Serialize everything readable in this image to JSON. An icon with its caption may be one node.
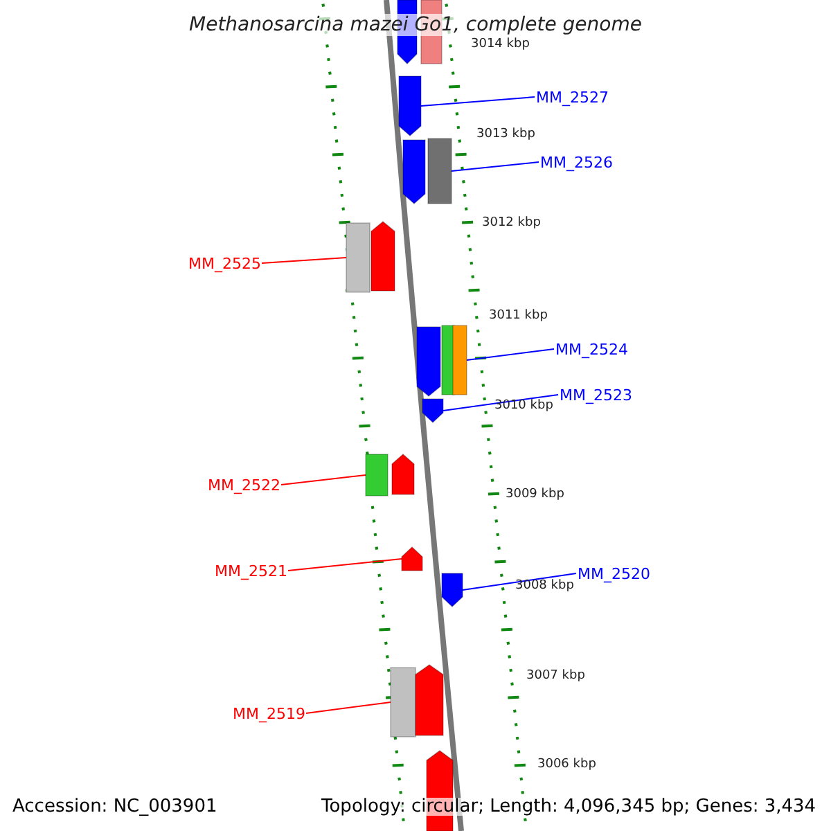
{
  "diagram": {
    "title": "Methanosarcina mazei Go1, complete genome",
    "nodes": [
      {
        "text": [],
        "shape": "bar"
      },
      {
        "text": [],
        "shape": "bar"
      },
      {
        "text": [
          "MM_2527"
        ]
      },
      {
        "text": [],
        "shape": "bar"
      },
      {
        "text": [
          "MM_2526"
        ]
      },
      {
        "text": [],
        "shape": "bar"
      },
      {
        "text": [],
        "shape": "bar"
      },
      {
        "text": [
          "MM_2525"
        ]
      },
      {
        "text": [],
        "shape": "bar"
      },
      {
        "text": [],
        "shape": "bar"
      },
      {
        "text": [
          "MM_2524"
        ]
      },
      {
        "text": [],
        "shape": "bar"
      },
      {
        "text": [],
        "shape": "bar"
      },
      {
        "text": [],
        "shape": "bar"
      },
      {
        "text": [
          "MM_2523"
        ]
      },
      {
        "text": [],
        "shape": "bar"
      },
      {
        "text": [
          "MM_2522"
        ]
      },
      {
        "text": [],
        "shape": "bar"
      },
      {
        "text": [],
        "shape": "bar"
      },
      {
        "text": [
          "MM_2521"
        ]
      },
      {
        "text": [],
        "shape": "bar"
      },
      {
        "text": [
          "MM_2520"
        ]
      },
      {
        "text": [],
        "shape": "bar"
      },
      {
        "text": [
          "MM_2519"
        ]
      },
      {
        "text": [],
        "shape": "bar"
      },
      {
        "text": [],
        "shape": "bar"
      },
      {
        "text": [],
        "shape": "bar"
      }
    ],
    "edges": [
      {
        "from": 2,
        "to": 3,
        "arrow": "none"
      },
      {
        "from": 4,
        "to": 6,
        "arrow": "none"
      },
      {
        "from": 7,
        "to": 8,
        "arrow": "none",
        "color": "#ff0000"
      },
      {
        "from": 10,
        "to": 13,
        "arrow": "none"
      },
      {
        "from": 14,
        "to": 15,
        "arrow": "none"
      },
      {
        "from": 16,
        "to": 17,
        "arrow": "none",
        "color": "#ff0000"
      },
      {
        "from": 19,
        "to": 20,
        "arrow": "none",
        "color": "#ff0000"
      },
      {
        "from": 21,
        "to": 22,
        "arrow": "none"
      },
      {
        "from": 23,
        "to": 24,
        "arrow": "none",
        "color": "#ff0000"
      }
    ],
    "labels": [
      "3014 kbp",
      "3013 kbp",
      "3012 kbp",
      "3011 kbp",
      "3010 kbp",
      "3009 kbp",
      "3008 kbp",
      "3007 kbp",
      "3006 kbp",
      "Accession: NC_003901",
      "Topology: circular; Length: 4,096,345 bp; Genes: 3,434"
    ]
  }
}
